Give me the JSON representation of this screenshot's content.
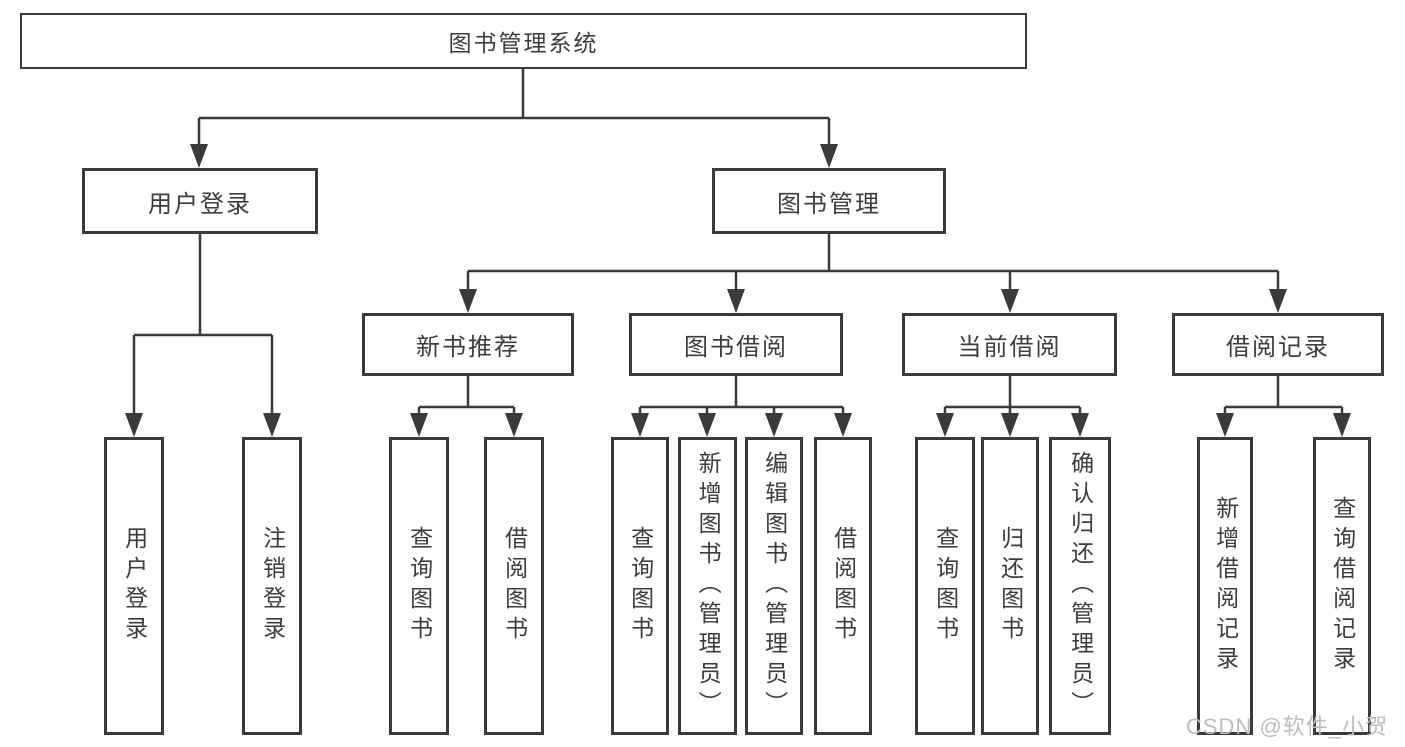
{
  "diagram": {
    "root": {
      "label": "图书管理系统"
    },
    "level1": {
      "user_login": {
        "label": "用户登录"
      },
      "book_management": {
        "label": "图书管理"
      }
    },
    "level2": {
      "new_book_recommend": {
        "label": "新书推荐"
      },
      "book_borrow": {
        "label": "图书借阅"
      },
      "current_borrow": {
        "label": "当前借阅"
      },
      "borrow_records": {
        "label": "借阅记录"
      }
    },
    "leaves": {
      "login": {
        "label": "用户登录"
      },
      "logout": {
        "label": "注销登录"
      },
      "recommend_query_books": {
        "label": "查询图书"
      },
      "recommend_borrow_books": {
        "label": "借阅图书"
      },
      "borrow_query_books": {
        "label": "查询图书"
      },
      "borrow_add_books": {
        "label": "新增图书（管理员）"
      },
      "borrow_edit_books": {
        "label": "编辑图书（管理员）"
      },
      "borrow_borrow_books": {
        "label": "借阅图书"
      },
      "current_query_books": {
        "label": "查询图书"
      },
      "current_return_books": {
        "label": "归还图书"
      },
      "current_confirm_return": {
        "label": "确认归还（管理员）"
      },
      "records_add_record": {
        "label": "新增借阅记录"
      },
      "records_query_record": {
        "label": "查询借阅记录"
      }
    }
  },
  "watermark": {
    "text": "CSDN @软件_小贺同学"
  },
  "colors": {
    "line": "#3a3a3a",
    "text": "#3d3d3d",
    "watermark": "#bdbdbd",
    "background": "#ffffff"
  }
}
